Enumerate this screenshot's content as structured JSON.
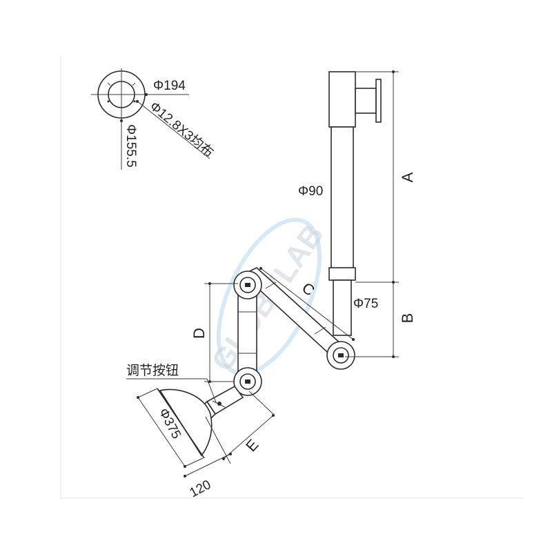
{
  "flange": {
    "outer_diameter": "Φ194",
    "bolt_holes": "Φ12.8X3均布",
    "bolt_circle": "Φ155.5"
  },
  "arm": {
    "upper_pipe_diameter": "Φ90",
    "lower_pipe_diameter": "Φ75",
    "dim_a": "A",
    "dim_b": "B",
    "dim_c": "C",
    "dim_d": "D",
    "dim_e": "E",
    "knob_label": "调节按钮",
    "hood_diameter": "Φ375",
    "hood_offset": "120"
  },
  "watermark": "GLOBYLAB",
  "colors": {
    "line": "#2a2a2a",
    "watermark": "#c9d3df",
    "accent": "#5ea7d8"
  }
}
